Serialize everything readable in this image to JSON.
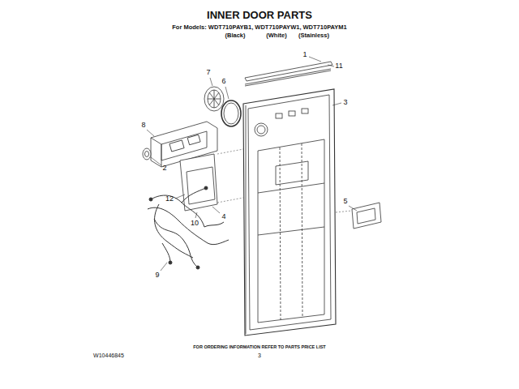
{
  "diagram": {
    "title": "INNER DOOR PARTS",
    "labels": [
      "For Models: WDT710PAYB1, WDT710PAYW1, WDT710PAYM1",
      "(Black)",
      "(White)",
      "(Stainless)",
      "1",
      "11",
      "7",
      "6",
      "3",
      "8",
      "2",
      "12",
      "5",
      "10",
      "4",
      "9",
      "FOR ORDERING INFORMATION REFER TO PARTS PRICE LIST",
      "W10446845",
      "3"
    ]
  }
}
